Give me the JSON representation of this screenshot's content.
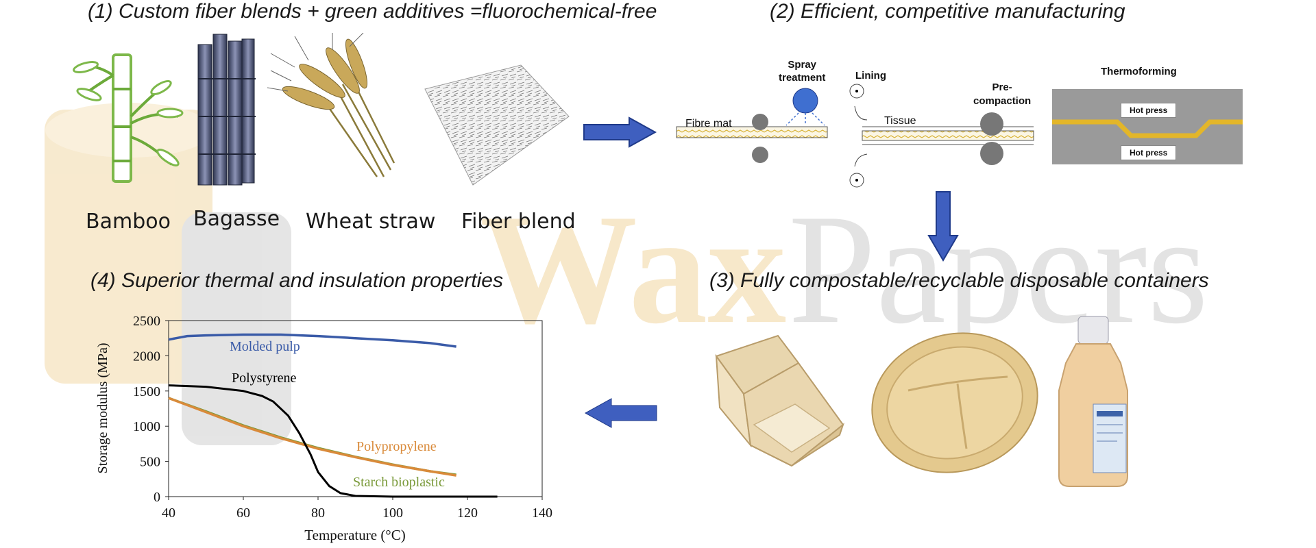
{
  "headings": {
    "step1": "(1) Custom fiber blends + green additives =fluorochemical-free",
    "step2": "(2) Efficient, competitive manufacturing",
    "step3": "(3) Fully compostable/recyclable disposable containers",
    "step4": "(4) Superior thermal and insulation properties"
  },
  "fibers": [
    {
      "label": "Bamboo",
      "icon": "bamboo-icon"
    },
    {
      "label": "Bagasse",
      "icon": "bagasse-icon"
    },
    {
      "label": "Wheat straw",
      "icon": "wheat-straw-icon"
    },
    {
      "label": "Fiber blend",
      "icon": "fiber-blend-icon"
    }
  ],
  "process": {
    "fibre_mat": "Fibre mat",
    "spray_treatment": "Spray\ntreatment",
    "lining": "Lining",
    "tissue": "Tissue",
    "pre_compaction": "Pre-\ncompaction",
    "thermoforming": "Thermoforming",
    "hot_press_top": "Hot press",
    "hot_press_bottom": "Hot press"
  },
  "containers": [
    "clamshell-container-icon",
    "compartment-plate-icon",
    "bottle-icon"
  ],
  "watermark": "WaxPapers",
  "colors": {
    "arrow": "#3F5FBF",
    "molded_pulp": "#3A5BA8",
    "polystyrene": "#000000",
    "polypropylene": "#D98A3A",
    "starch": "#7A9A3A",
    "watermark_left": "#F2D9A8",
    "watermark_right": "#D2D2D2"
  },
  "chart_data": {
    "type": "line",
    "xlabel": "Temperature (°C)",
    "ylabel": "Storage modulus (MPa)",
    "xlim": [
      40,
      140
    ],
    "ylim": [
      0,
      2500
    ],
    "xticks": [
      40,
      60,
      80,
      100,
      120,
      140
    ],
    "yticks": [
      0,
      500,
      1000,
      1500,
      2000,
      2500
    ],
    "series": [
      {
        "name": "Molded pulp",
        "color": "#3A5BA8",
        "x": [
          40,
          45,
          50,
          60,
          70,
          80,
          90,
          100,
          110,
          117
        ],
        "y": [
          2230,
          2280,
          2290,
          2300,
          2300,
          2280,
          2250,
          2220,
          2180,
          2130
        ]
      },
      {
        "name": "Polystyrene",
        "color": "#000000",
        "x": [
          40,
          50,
          60,
          65,
          68,
          72,
          75,
          78,
          80,
          83,
          86,
          90,
          100,
          110,
          120,
          128
        ],
        "y": [
          1580,
          1560,
          1500,
          1430,
          1350,
          1150,
          900,
          600,
          350,
          150,
          50,
          10,
          0,
          0,
          0,
          0
        ]
      },
      {
        "name": "Polypropylene",
        "color": "#D98A3A",
        "x": [
          40,
          50,
          60,
          70,
          80,
          90,
          100,
          110,
          117
        ],
        "y": [
          1400,
          1200,
          1000,
          830,
          680,
          560,
          450,
          360,
          300
        ]
      },
      {
        "name": "Starch bioplastic",
        "color": "#7A9A3A",
        "x": [
          40,
          50,
          60,
          70,
          80,
          90,
          100,
          110,
          117
        ],
        "y": [
          1400,
          1210,
          1010,
          840,
          690,
          565,
          455,
          360,
          310
        ]
      }
    ],
    "grid": false
  }
}
